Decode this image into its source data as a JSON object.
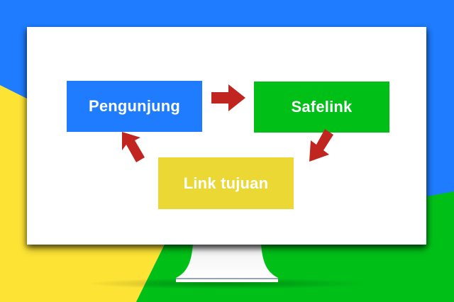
{
  "diagram": {
    "nodes": [
      {
        "id": "pengunjung",
        "label": "Pengunjung",
        "color": "#1f7cff"
      },
      {
        "id": "safelink",
        "label": "Safelink",
        "color": "#00c018"
      },
      {
        "id": "link_tujuan",
        "label": "Link tujuan",
        "color": "#ecd834"
      }
    ],
    "edges": [
      {
        "from": "pengunjung",
        "to": "safelink",
        "direction": "right"
      },
      {
        "from": "safelink",
        "to": "link_tujuan",
        "direction": "down-left"
      },
      {
        "from": "link_tujuan",
        "to": "pengunjung",
        "direction": "up-left"
      }
    ],
    "arrow_color": "#c0261f"
  },
  "background": {
    "colors": {
      "blue": "#1f7cff",
      "yellow": "#fde334",
      "green": "#00c018"
    }
  },
  "monitor": {
    "screen_color": "#ffffff",
    "stand_color": "#ffffff"
  }
}
